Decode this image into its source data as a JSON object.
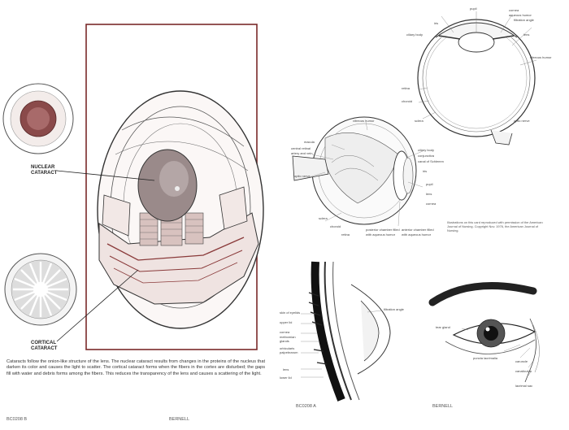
{
  "left_plate": {
    "labels": {
      "nuclear": "NUCLEAR\nCATARACT",
      "cortical": "CORTICAL\nCATARACT"
    },
    "caption": "Cataracts follow the onion-like structure of the lens. The nuclear cataract results from changes in the proteins of the nucleus that darken its color and causes the light to scatter. The cortical cataract forms when the fibers in the cortex are disturbed; the gaps fill with water and debris forms among the fibers. This reduces the transparency of the lens and causes a scattering of the light.",
    "code": "BC0208 B",
    "brand": "BERNELL"
  },
  "right_plate": {
    "code": "BC0208 A",
    "brand": "BERNELL",
    "credit": "Illustrations on this card reproduced with permission of the American Journal of Nursing. Copyright Nov. 1976, the American Journal of Nursing.",
    "cross_section_labels": [
      "pupil",
      "cornea",
      "aqueous humor",
      "iris",
      "ciliary body",
      "filtration angle",
      "lens",
      "vitreous humor",
      "retina",
      "choroid",
      "sclera",
      "optic nerve"
    ],
    "cutaway_labels": [
      "vitreous humor",
      "macula",
      "central retinal artery and vein",
      "optic nerve",
      "ciliary body",
      "conjunctiva",
      "canal of Schlemm",
      "iris",
      "pupil",
      "lens",
      "cornea",
      "sclera",
      "choroid",
      "retina",
      "posterior chamber filled with aqueous humor",
      "anterior chamber filled with aqueous humor"
    ],
    "eyelid_labels": [
      "skin of eyelids",
      "upper lid",
      "cornea",
      "meibomian glands",
      "orbicularis palpebrarum",
      "lens",
      "lower lid",
      "filtration angle"
    ],
    "front_labels": [
      "tear gland",
      "puncta lacrimalia",
      "caruncle",
      "canaliculus",
      "lacrimal sac"
    ]
  }
}
